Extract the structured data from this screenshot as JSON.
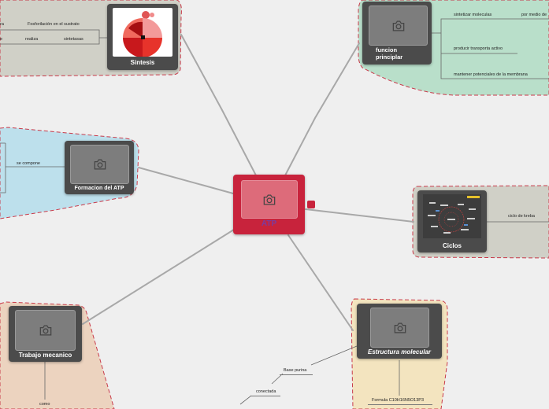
{
  "central": {
    "label": "ATP",
    "color": "#c8233c"
  },
  "topics": {
    "sintesis": {
      "label": "Sintesis",
      "sub": [
        "Fosforilación en el sustrato",
        "realiza",
        "sintetasas"
      ]
    },
    "funcion": {
      "label": "funcion principlar",
      "sub": [
        "sintetizar moleculas",
        "por medio de",
        "producir transporta activo",
        "mantener potenciales de la membrana"
      ]
    },
    "formacion": {
      "label": "Formacion del ATP",
      "sub": [
        "se compone"
      ]
    },
    "ciclos": {
      "label": "Ciclos",
      "sub": [
        "ciclo de kreba"
      ]
    },
    "trabajo": {
      "label": "Trabajo mecanico",
      "sub": [
        "como"
      ]
    },
    "estructura": {
      "label": "Estructura molecular",
      "sub": [
        "Base purina",
        "conectada",
        "Formula C10H16N5O13P3"
      ]
    }
  },
  "colors": {
    "sintesis_bg": "#d0d0c7",
    "funcion_bg": "#b9dfca",
    "formacion_bg": "#bde0ec",
    "ciclos_bg": "#d0d0c7",
    "trabajo_bg": "#ecd3bf",
    "estructura_bg": "#f3e4bf",
    "dash": "#c83a4a",
    "node": "#4b4b4b"
  },
  "icons": [
    "camera-icon",
    "pie-chart-image",
    "metabolic-diagram-image"
  ]
}
